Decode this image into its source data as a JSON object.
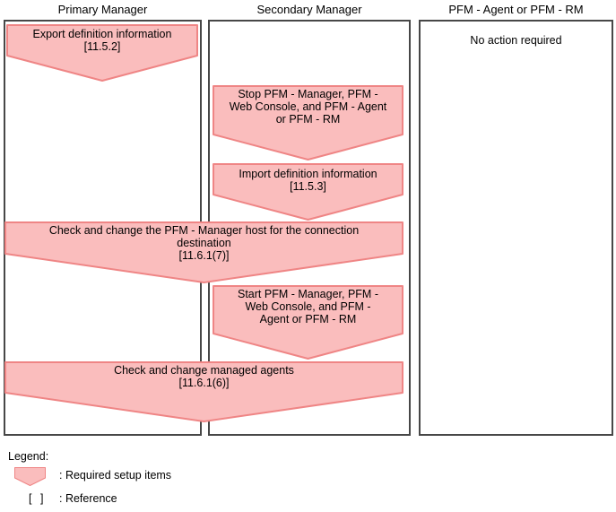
{
  "columns": [
    {
      "header": "Primary Manager"
    },
    {
      "header": "Secondary Manager"
    },
    {
      "header": "PFM - Agent or PFM - RM",
      "note": "No action required"
    }
  ],
  "steps": [
    {
      "name": "export-definition",
      "column": "Primary Manager",
      "text": "Export definition information\n[11.5.2]"
    },
    {
      "name": "stop-services",
      "column": "Secondary Manager",
      "text": "Stop PFM - Manager, PFM -\nWeb Console, and PFM - Agent\nor PFM - RM"
    },
    {
      "name": "import-definition",
      "column": "Secondary Manager",
      "text": "Import definition information\n[11.5.3]"
    },
    {
      "name": "check-connection-destination",
      "column": "Primary Manager + Secondary Manager",
      "text": "Check and change the PFM - Manager host for the connection\ndestination\n[11.6.1(7)]"
    },
    {
      "name": "start-services",
      "column": "Secondary Manager",
      "text": "Start PFM - Manager, PFM -\nWeb Console, and PFM -\nAgent or PFM - RM"
    },
    {
      "name": "check-managed-agents",
      "column": "Primary Manager + Secondary Manager",
      "text": "Check and change managed agents\n[11.6.1(6)]"
    }
  ],
  "legend": {
    "title": "Legend:",
    "required_label": ": Required setup items",
    "reference_symbol": "[ ]",
    "reference_label": ": Reference"
  },
  "colors": {
    "shape_fill": "#FABDBD",
    "shape_border": "#EF8585",
    "box_border": "#474747",
    "background": "#FFFFFF",
    "text": "#000000"
  }
}
